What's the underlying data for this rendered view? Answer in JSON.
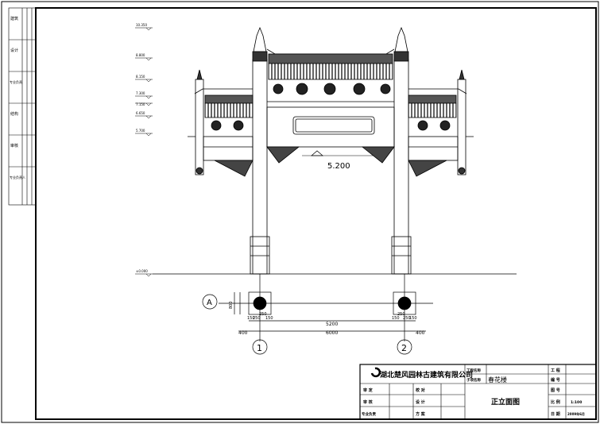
{
  "sidebar": {
    "cells": [
      "建筑",
      "设计",
      "专业负责",
      "结构",
      "审核",
      "专业负责人"
    ]
  },
  "elevations": [
    "10.350",
    "8.800",
    "8.150",
    "7.300",
    "7.150",
    "6.650",
    "5.700",
    "±0.000"
  ],
  "drawing": {
    "beam_elevation": "5.200",
    "axis_row": "A",
    "axis_cols": [
      "1",
      "2"
    ],
    "dims_vertical": [
      "150",
      "250",
      "250",
      "150",
      "800"
    ],
    "dims_left": [
      "150",
      "250",
      "250",
      "150"
    ],
    "dims_right": [
      "150",
      "250",
      "250",
      "150"
    ],
    "dim_span_inner": "5200",
    "dim_span_total": "6000",
    "dim_overhang_left": "400",
    "dim_overhang_right": "400"
  },
  "title_block": {
    "company": "湖北楚风园林古建筑有限公司",
    "project_label": "工程名称",
    "project_value": "",
    "subproject_label": "子项名称",
    "subproject_value": "春花楼",
    "drawing_title": "正立面图",
    "rows": [
      {
        "l1": "审 定",
        "l2": "校 对"
      },
      {
        "l1": "审 核",
        "l2": "设 计"
      },
      {
        "l1": "专业负责",
        "l2": "方 案"
      }
    ],
    "right": [
      {
        "label": "工 程",
        "value": ""
      },
      {
        "label": "编 号",
        "value": ""
      },
      {
        "label": "图 号",
        "value": ""
      },
      {
        "label": "比 例",
        "value": "1:100"
      },
      {
        "label": "日 期",
        "value": "2009年6月"
      }
    ]
  }
}
